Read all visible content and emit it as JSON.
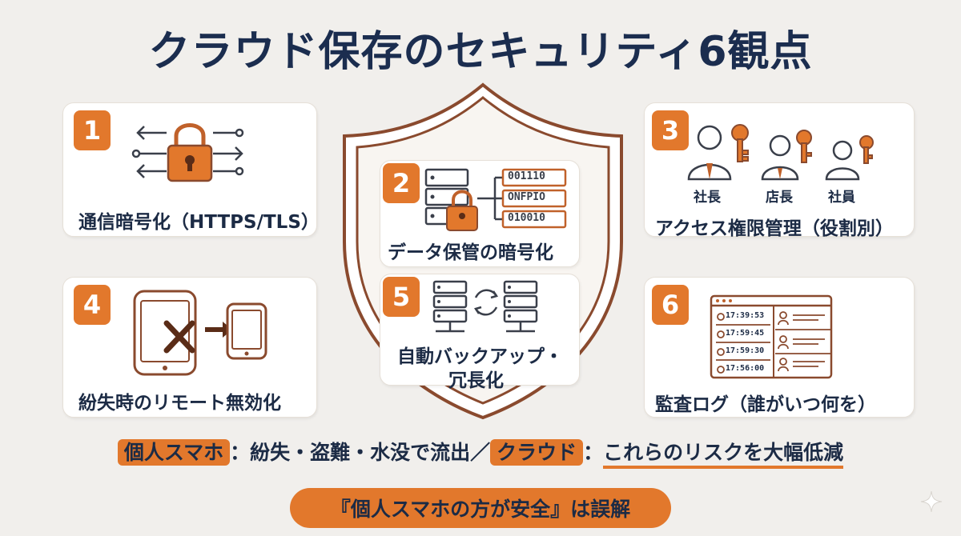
{
  "title": "クラウド保存のセキュリティ6観点",
  "items": [
    {
      "number": "1",
      "label": "通信暗号化（HTTPS/TLS）"
    },
    {
      "number": "2",
      "label": "データ保管の暗号化"
    },
    {
      "number": "3",
      "label": "アクセス権限管理（役割別）",
      "roles": [
        "社長",
        "店長",
        "社員"
      ]
    },
    {
      "number": "4",
      "label": "紛失時のリモート無効化"
    },
    {
      "number": "5",
      "label_line1": "自動バックアップ・",
      "label_line2": "冗長化"
    },
    {
      "number": "6",
      "label": "監査ログ（誰がいつ何を）",
      "log_times": [
        "17:39:53",
        "17:59:45",
        "17:59:30",
        "17:56:00"
      ]
    }
  ],
  "server_codes": [
    "001110",
    "ONFPIO",
    "010010"
  ],
  "bottom": {
    "hl_left": "個人スマホ",
    "mid_text": "：紛失・盗難・水没で流出／",
    "hl_right": "クラウド",
    "colon": "：",
    "underlined": "これらのリスクを大幅低減",
    "conclusion": "『個人スマホの方が安全』は誤解"
  },
  "colors": {
    "accent": "#e2782c",
    "navy": "#1b2d4f",
    "shield": "#8a4a2e",
    "background": "#f1efec"
  }
}
